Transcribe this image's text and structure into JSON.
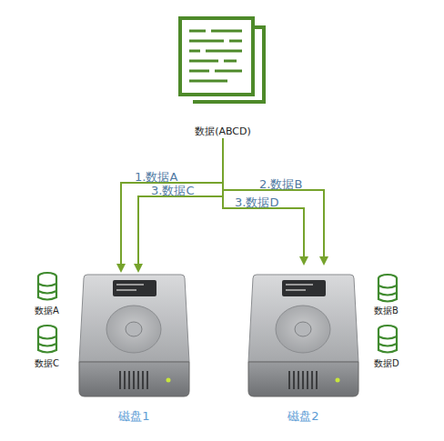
{
  "diagram": {
    "nodes": [
      {
        "text": [
          "数据(ABCD)"
        ]
      },
      {
        "text": [
          "磁盘1"
        ]
      },
      {
        "text": [
          "磁盘2"
        ]
      }
    ],
    "edges": [
      {
        "from": 0,
        "to": 1,
        "label": "1.数据A",
        "arrow": "to"
      },
      {
        "from": 0,
        "to": 1,
        "label": "3.数据C",
        "arrow": "to"
      },
      {
        "from": 0,
        "to": 2,
        "label": "2.数据B",
        "arrow": "to"
      },
      {
        "from": 0,
        "to": 2,
        "label": "3.数据D",
        "arrow": "to"
      }
    ],
    "labels": [
      "数据A",
      "数据C",
      "数据B",
      "数据D"
    ]
  }
}
